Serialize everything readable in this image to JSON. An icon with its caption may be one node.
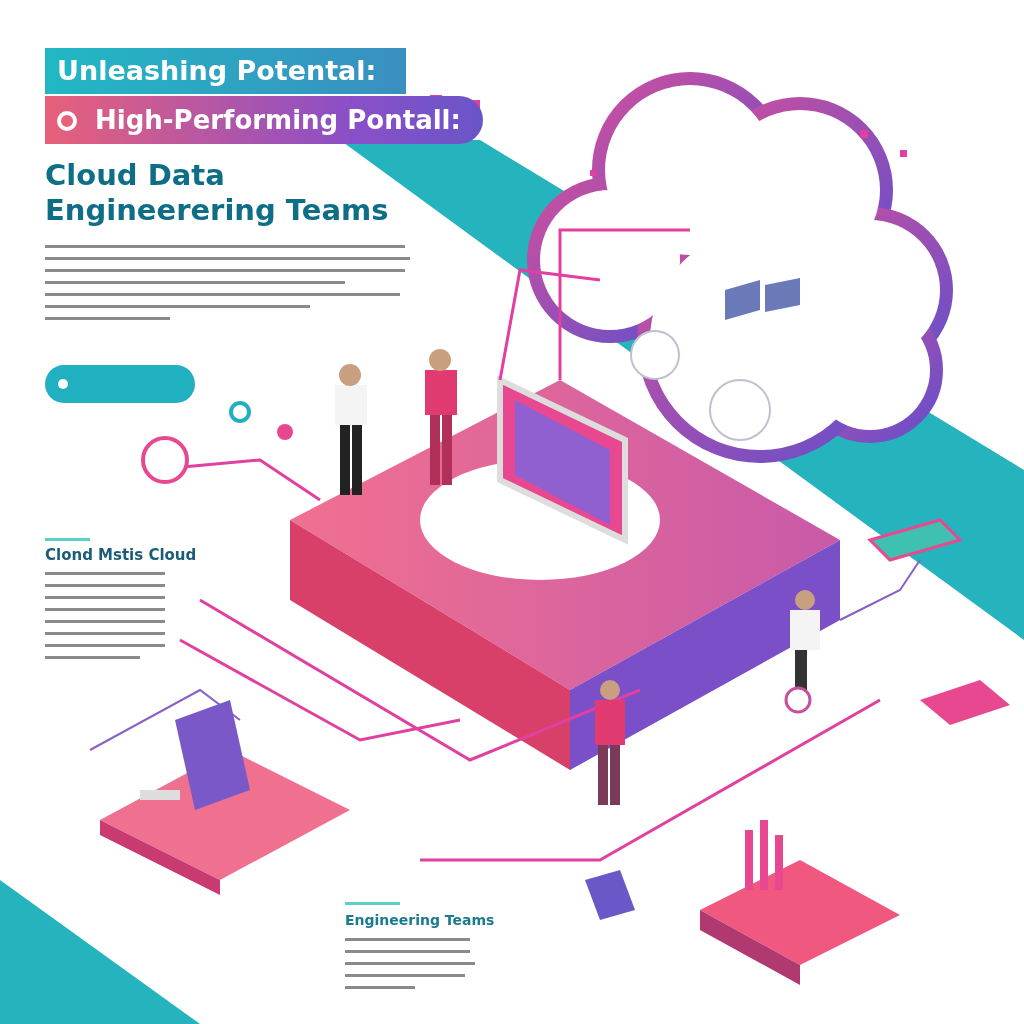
{
  "diagram": {
    "title": "Cloud Data Engineerering Teams",
    "labels": [
      "Unleashing Potental:",
      "High-Performing Pontall:",
      "Clond Mstis Cloud",
      "Engineering Teams"
    ]
  }
}
